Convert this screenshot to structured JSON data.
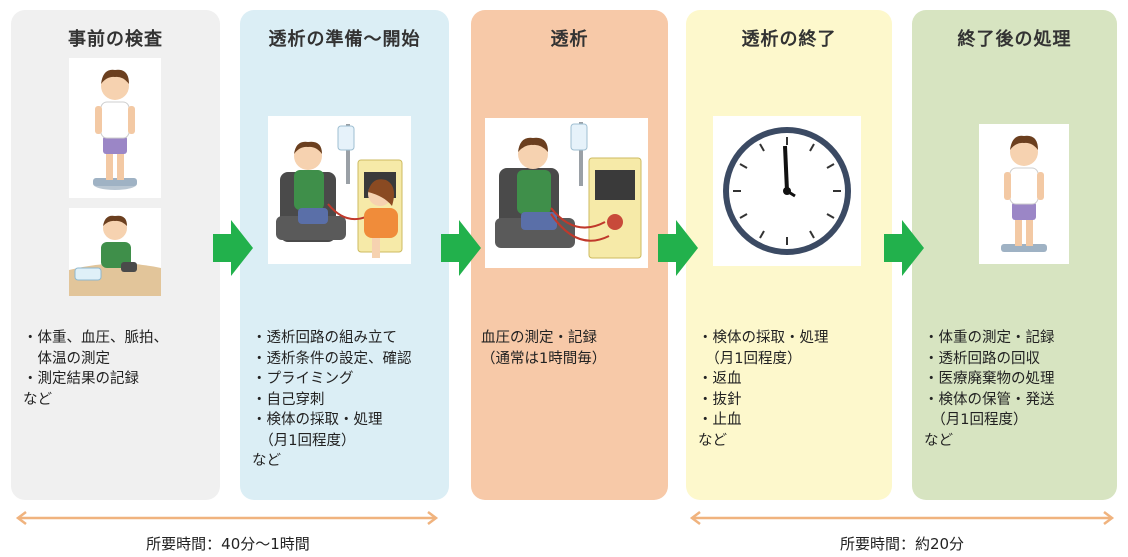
{
  "steps": [
    {
      "title": "事前の検査",
      "lines": [
        "・体重、血圧、脈拍、",
        "　体温の測定",
        "・測定結果の記録",
        "など"
      ]
    },
    {
      "title": "透析の準備〜開始",
      "lines": [
        "・透析回路の組み立て",
        "・透析条件の設定、確認",
        "・プライミング",
        "・自己穿刺",
        "・検体の採取・処理",
        "　（月1回程度）",
        "など"
      ]
    },
    {
      "title": "透析",
      "lines": [
        "血圧の測定・記録",
        "（通常は1時間毎）"
      ]
    },
    {
      "title": "透析の終了",
      "lines": [
        "・検体の採取・処理",
        "　（月1回程度）",
        "・返血",
        "・抜針",
        "・止血",
        "など"
      ]
    },
    {
      "title": "終了後の処理",
      "lines": [
        "・体重の測定・記録",
        "・透析回路の回収",
        "・医療廃棄物の処理",
        "・検体の保管・発送",
        "　（月1回程度）",
        "など"
      ]
    }
  ],
  "durations": {
    "first": "所要時間：40分〜1時間",
    "second": "所要時間：約20分"
  },
  "colors": {
    "panel1": "#f0f0f0",
    "panel2": "#dbeef5",
    "panel3": "#f7c9a8",
    "panel4": "#fdf8cc",
    "panel5": "#d7e4c1",
    "flow_arrow": "#22b14c",
    "span_arrow": "#f0b37e"
  },
  "icons": [
    "person-on-scale-icon",
    "blood-pressure-icon",
    "dialysis-setup-icon",
    "dialysis-patient-icon",
    "clock-icon",
    "person-on-scale-icon",
    "flow-arrow-icon",
    "span-arrow-icon"
  ]
}
